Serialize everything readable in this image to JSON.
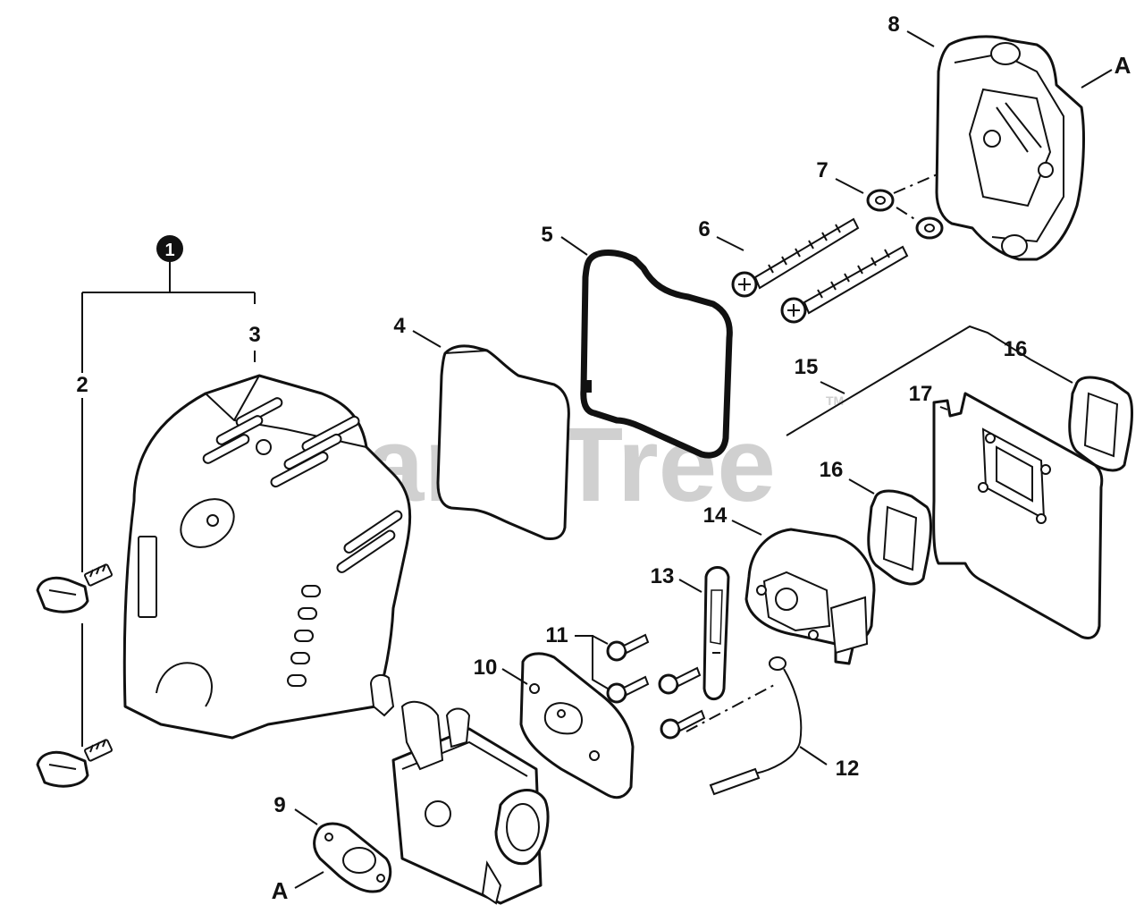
{
  "watermark": {
    "text": "PartsTree",
    "trademark": "TM"
  },
  "callouts": {
    "c1": "1",
    "c2": "2",
    "c3": "3",
    "c4": "4",
    "c5": "5",
    "c6": "6",
    "c7": "7",
    "c8": "8",
    "c9": "9",
    "c10": "10",
    "c11": "11",
    "c12": "12",
    "c13": "13",
    "c14": "14",
    "c15": "15",
    "c16a": "16",
    "c16b": "16",
    "c17": "17",
    "a_top": "A",
    "a_bottom": "A"
  }
}
